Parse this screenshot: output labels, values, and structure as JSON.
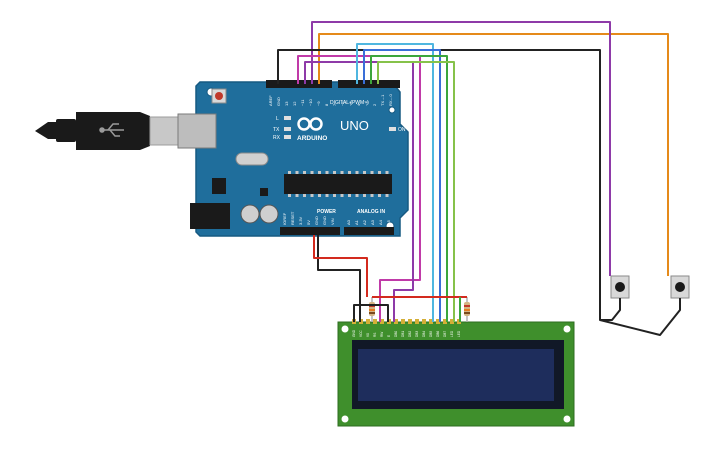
{
  "board": {
    "brand": "ARDUINO",
    "model": "UNO",
    "digital_label": "DIGITAL (PWM~)",
    "power_label": "POWER",
    "analog_label": "ANALOG IN",
    "on_label": "ON",
    "l_label": "L",
    "tx_label": "TX",
    "rx_label": "RX",
    "top_pins": [
      "AREF",
      "GND",
      "13",
      "12",
      "~11",
      "~10",
      "~9",
      "8",
      "7",
      "~6",
      "~5",
      "4",
      "~3",
      "2",
      "TX→1",
      "RX←0"
    ],
    "power_pins": [
      "IOREF",
      "RESET",
      "3.3V",
      "5V",
      "GND",
      "GND",
      "VIN"
    ],
    "analog_pins": [
      "A0",
      "A1",
      "A2",
      "A3",
      "A4",
      "A5"
    ]
  },
  "lcd": {
    "pins": [
      "GND",
      "VCC",
      "V0",
      "RS",
      "RW",
      "E",
      "DB0",
      "DB1",
      "DB2",
      "DB3",
      "DB4",
      "DB5",
      "DB6",
      "DB7",
      "LED",
      "LED"
    ]
  },
  "colors": {
    "board": "#1f6e9c",
    "lcd_pcb": "#3f8f2c",
    "lcd_screen": "#1e2d5c",
    "wire_red": "#d32a1e",
    "wire_black": "#222222",
    "wire_purple": "#8e3aa8",
    "wire_magenta": "#c03aa8",
    "wire_orange": "#e58a1a",
    "wire_cyan": "#4fb6e0",
    "wire_blue": "#3a6fd8",
    "wire_green": "#3ca63c",
    "wire_lightgreen": "#86c24a",
    "usb_cable": "#1a1a1a"
  },
  "icons": {
    "usb": "usb-icon",
    "arduino_logo": "infinity-logo-icon"
  }
}
